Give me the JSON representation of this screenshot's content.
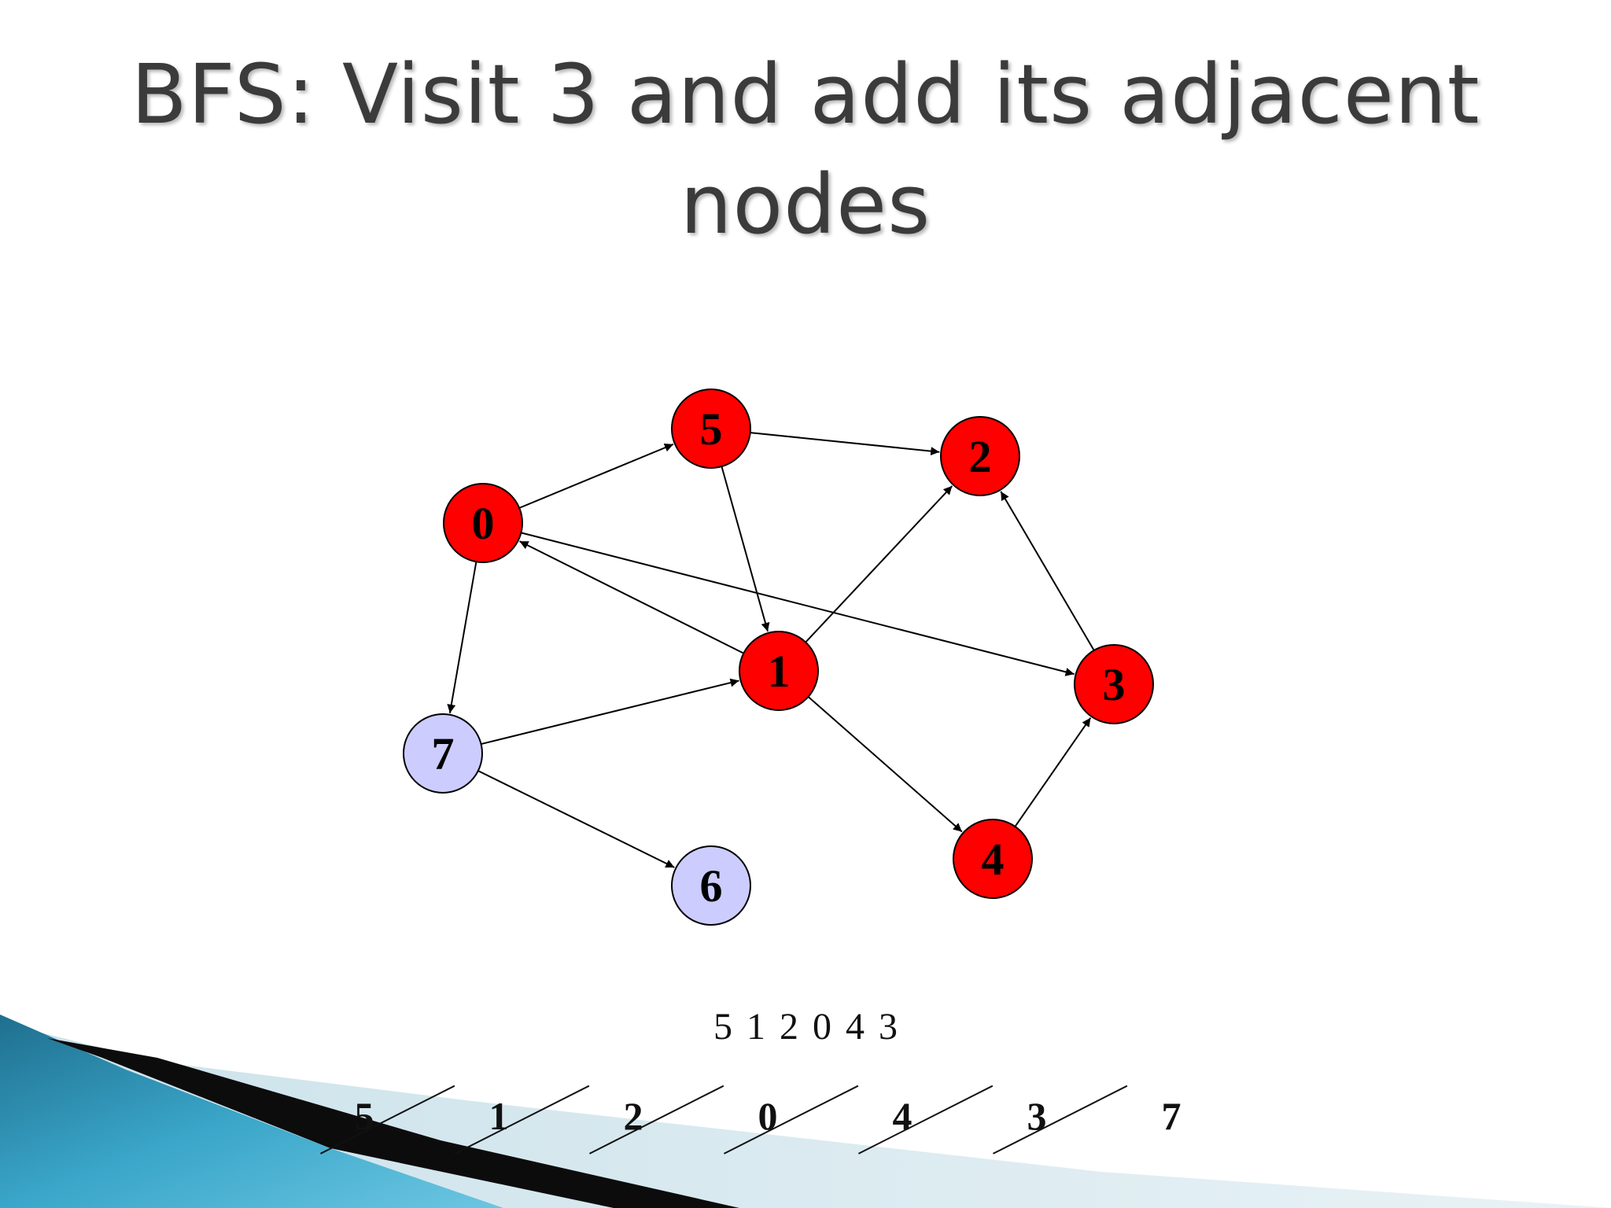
{
  "slide": {
    "title_line1": "BFS: Visit 3 and add its adjacent",
    "title_line2": "nodes"
  },
  "colors": {
    "visited_node": "#ff0000",
    "unvisited_node": "#ccccff",
    "node_stroke": "#000000",
    "edge": "#000000",
    "title_text": "#3b3b3b"
  },
  "graph": {
    "nodes": [
      {
        "id": "0",
        "label": "0",
        "state": "visited"
      },
      {
        "id": "5",
        "label": "5",
        "state": "visited"
      },
      {
        "id": "2",
        "label": "2",
        "state": "visited"
      },
      {
        "id": "1",
        "label": "1",
        "state": "visited"
      },
      {
        "id": "3",
        "label": "3",
        "state": "visited"
      },
      {
        "id": "7",
        "label": "7",
        "state": "unvisited"
      },
      {
        "id": "4",
        "label": "4",
        "state": "visited"
      },
      {
        "id": "6",
        "label": "6",
        "state": "unvisited"
      }
    ],
    "edges": [
      {
        "from": "0",
        "to": "5"
      },
      {
        "from": "5",
        "to": "2"
      },
      {
        "from": "5",
        "to": "1"
      },
      {
        "from": "1",
        "to": "0"
      },
      {
        "from": "0",
        "to": "3"
      },
      {
        "from": "0",
        "to": "7"
      },
      {
        "from": "1",
        "to": "2"
      },
      {
        "from": "3",
        "to": "2"
      },
      {
        "from": "7",
        "to": "1"
      },
      {
        "from": "1",
        "to": "4"
      },
      {
        "from": "4",
        "to": "3"
      },
      {
        "from": "7",
        "to": "6"
      }
    ]
  },
  "visited_order": [
    "5",
    "1",
    "2",
    "0",
    "4",
    "3"
  ],
  "queue": [
    {
      "label": "5",
      "dequeued": true
    },
    {
      "label": "1",
      "dequeued": true
    },
    {
      "label": "2",
      "dequeued": true
    },
    {
      "label": "0",
      "dequeued": true
    },
    {
      "label": "4",
      "dequeued": true
    },
    {
      "label": "3",
      "dequeued": true
    },
    {
      "label": "7",
      "dequeued": false
    }
  ]
}
